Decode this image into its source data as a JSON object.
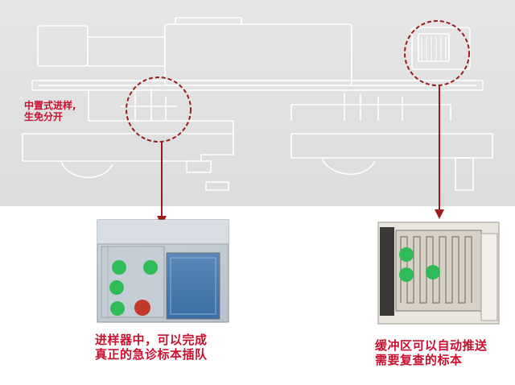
{
  "diagram": {
    "caption_top_left": {
      "line1": "中置式进样,",
      "line2": "生免分开"
    },
    "caption_sampler": {
      "line1": "进样器中，可以完成",
      "line2": "真正的急诊标本插队"
    },
    "caption_buffer": {
      "line1": "缓冲区可以自动推送",
      "line2": "需要复查的标本"
    },
    "colors": {
      "accent_red": "#c8102e",
      "callout_arrow": "#9b1b1b",
      "dot_green": "#2ebb58",
      "dot_red": "#c0392b",
      "background_gray": "#e0e0e0"
    },
    "sampler_dots": [
      {
        "color": "green"
      },
      {
        "color": "green"
      },
      {
        "color": "green"
      },
      {
        "color": "green"
      },
      {
        "color": "red"
      }
    ],
    "buffer_dots": [
      {
        "color": "green"
      },
      {
        "color": "green"
      },
      {
        "color": "green"
      }
    ]
  }
}
